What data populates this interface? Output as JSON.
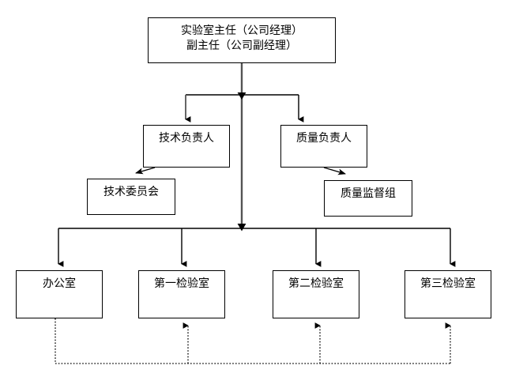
{
  "diagram": {
    "title_text": "",
    "colors": {
      "box_border": "#000000",
      "box_fill": "#ffffff",
      "solid_connector": "#000000",
      "trunk_connector": "#555555",
      "dotted_connector": "#000000",
      "text": "#000000",
      "background": "#ffffff"
    },
    "levels": [
      {
        "level": 1,
        "nodes": [
          {
            "id": "director",
            "label_line1": "实验室主任（公司经理）",
            "label_line2": "副主任（公司副经理）"
          }
        ]
      },
      {
        "level": 2,
        "nodes": [
          {
            "id": "tech-lead",
            "label_line1": "技术负责人",
            "label_line2": ""
          },
          {
            "id": "quality-lead",
            "label_line1": "质量负责人",
            "label_line2": ""
          }
        ]
      },
      {
        "level": 3,
        "nodes": [
          {
            "id": "tech-committee",
            "label_line1": "技术委员会",
            "label_line2": ""
          },
          {
            "id": "quality-supervision",
            "label_line1": "质量监督组",
            "label_line2": ""
          }
        ]
      },
      {
        "level": 4,
        "nodes": [
          {
            "id": "office",
            "label_line1": "办公室",
            "label_line2": ""
          },
          {
            "id": "lab-1",
            "label_line1": "第一检验室",
            "label_line2": ""
          },
          {
            "id": "lab-2",
            "label_line1": "第二检验室",
            "label_line2": ""
          },
          {
            "id": "lab-3",
            "label_line1": "第三检验室",
            "label_line2": ""
          }
        ]
      }
    ],
    "connections": [
      {
        "from": "director",
        "to": "tech-lead",
        "style": "solid",
        "arrow": "single"
      },
      {
        "from": "director",
        "to": "quality-lead",
        "style": "solid",
        "arrow": "single"
      },
      {
        "from": "director",
        "to": "level4-bus",
        "style": "solid",
        "arrow": "single"
      },
      {
        "from": "tech-lead",
        "to": "tech-committee",
        "style": "solid",
        "arrow": "single"
      },
      {
        "from": "quality-lead",
        "to": "quality-supervision",
        "style": "solid",
        "arrow": "single"
      },
      {
        "from": "level4-bus",
        "to": "office",
        "style": "solid",
        "arrow": "single"
      },
      {
        "from": "level4-bus",
        "to": "lab-1",
        "style": "solid",
        "arrow": "single"
      },
      {
        "from": "level4-bus",
        "to": "lab-2",
        "style": "solid",
        "arrow": "single"
      },
      {
        "from": "level4-bus",
        "to": "lab-3",
        "style": "solid",
        "arrow": "single"
      },
      {
        "from": "office",
        "to": "lab-1",
        "style": "dotted",
        "arrow": "single"
      },
      {
        "from": "office",
        "to": "lab-2",
        "style": "dotted",
        "arrow": "single"
      },
      {
        "from": "office",
        "to": "lab-3",
        "style": "dotted",
        "arrow": "single"
      }
    ]
  }
}
